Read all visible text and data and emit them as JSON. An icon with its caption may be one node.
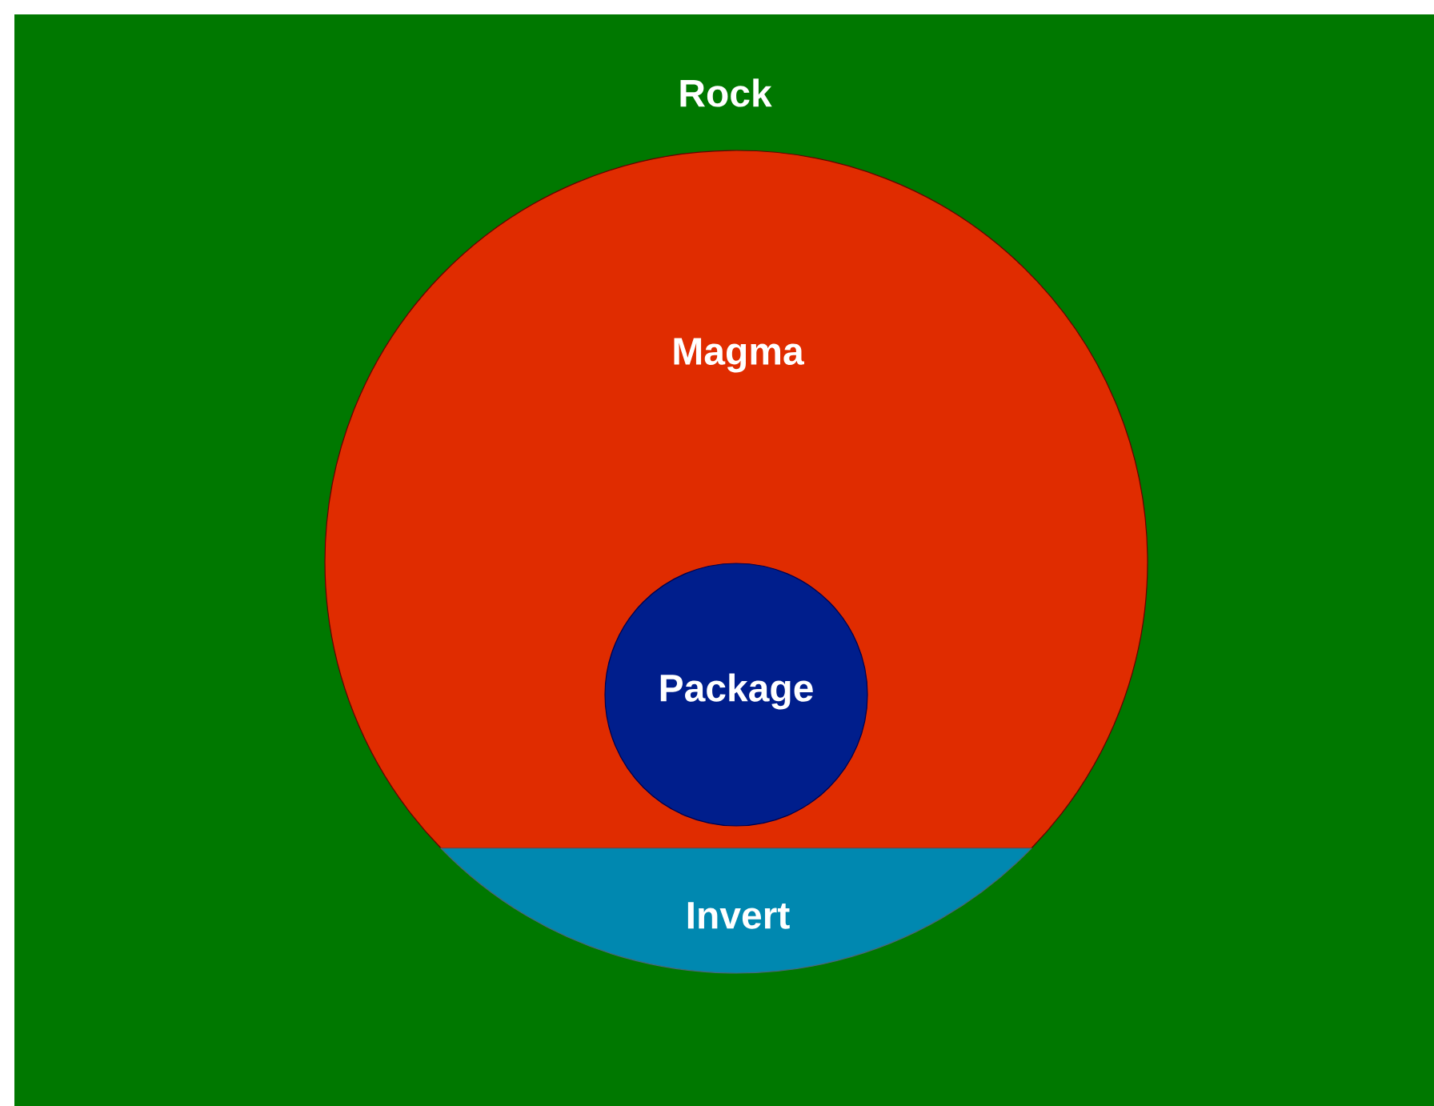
{
  "diagram": {
    "nodes": [
      {
        "text": [
          "Rock"
        ]
      },
      {
        "text": [
          "Magma"
        ],
        "in": 0
      },
      {
        "text": [
          "Package"
        ],
        "in": 1
      },
      {
        "text": [
          "Invert"
        ],
        "in": 0
      }
    ]
  }
}
